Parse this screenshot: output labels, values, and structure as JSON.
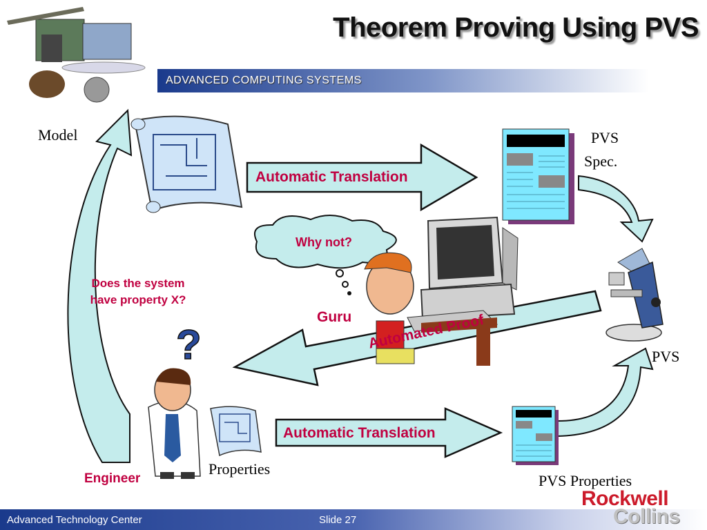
{
  "slide": {
    "title": "Theorem Proving Using PVS",
    "banner": "ADVANCED COMPUTING SYSTEMS",
    "footer_left": "Advanced Technology Center",
    "footer_slide": "Slide 27",
    "logo_line1": "Rockwell",
    "logo_line2": "Collins"
  },
  "diagram": {
    "model_label": "Model",
    "pvs_spec_line1": "PVS",
    "pvs_spec_line2": "Spec.",
    "pvs_label": "PVS",
    "properties_label": "Properties",
    "pvs_properties_label": "PVS Properties",
    "engineer_label": "Engineer",
    "guru_label": "Guru",
    "question_line1": "Does the system",
    "question_line2": "have property X?",
    "thought_bubble": "Why not?",
    "top_arrow_label": "Automatic Translation",
    "bottom_arrow_label": "Automatic Translation",
    "proof_arrow_label": "Automated Proof"
  },
  "colors": {
    "arrow_fill": "#c4ecec",
    "accent_red": "#c00040",
    "doc_cyan": "#7fe8ff",
    "banner_blue": "#1f3a8a"
  }
}
